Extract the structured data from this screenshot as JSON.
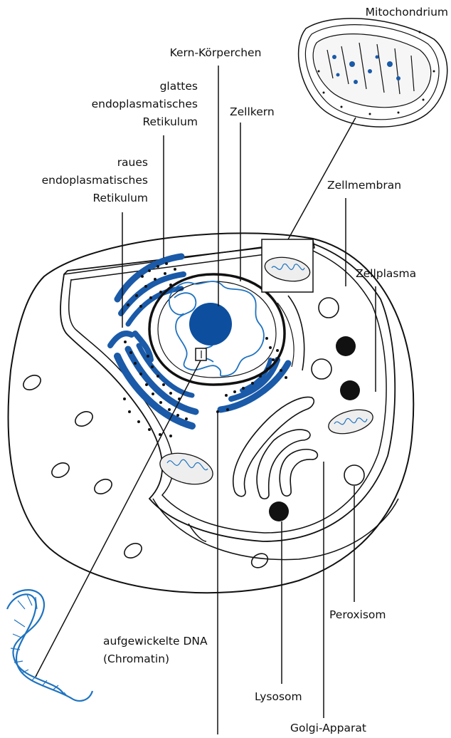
{
  "labels": {
    "mitochondrium": "Mitochondrium",
    "kern_koerperchen": "Kern-Körperchen",
    "glattes_er": [
      "glattes",
      "endoplasmatisches",
      "Retikulum"
    ],
    "zellkern": "Zellkern",
    "raues_er": [
      "raues",
      "endoplasmatisches",
      "Retikulum"
    ],
    "zellmembran": "Zellmembran",
    "zellplasma": "Zellplasma",
    "dna": [
      "aufgewickelte DNA",
      "(Chromatin)"
    ],
    "peroxisom": "Peroxisom",
    "lysosom": "Lysosom",
    "golgi": "Golgi-Apparat"
  },
  "colors": {
    "outline": "#111111",
    "er_blue": "#1a5aa8",
    "dna_blue": "#1f73c0",
    "organelle_dark": "#111111",
    "mito_fill": "#eeeeee"
  }
}
